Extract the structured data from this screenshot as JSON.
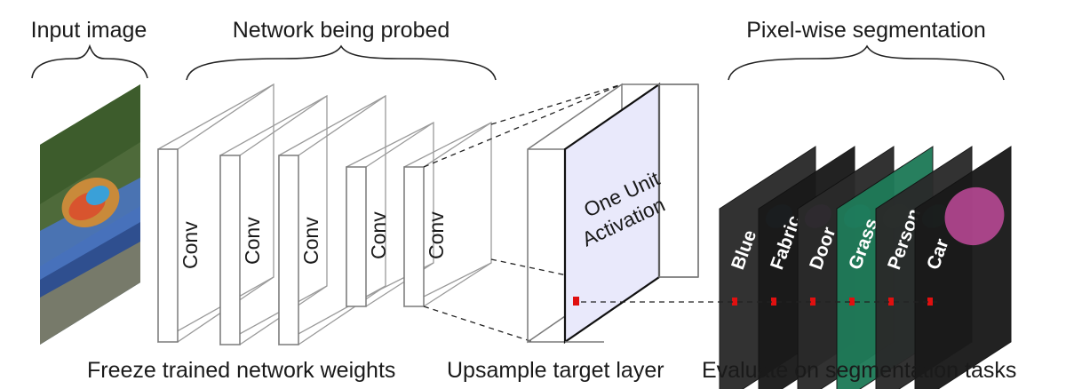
{
  "headings": {
    "input": "Input image",
    "network": "Network being probed",
    "segmentation": "Pixel-wise segmentation"
  },
  "captions": {
    "freeze": "Freeze trained network weights",
    "upsample": "Upsample target layer",
    "evaluate": "Evaluate on segmentation tasks"
  },
  "conv_layers": [
    {
      "label": "Conv"
    },
    {
      "label": "Conv"
    },
    {
      "label": "Conv"
    },
    {
      "label": "Conv"
    },
    {
      "label": "Conv"
    }
  ],
  "unit_activation": {
    "line1": "One Unit",
    "line2": "Activation",
    "tint": "#e9e9fb"
  },
  "segmentation_tasks": [
    {
      "label": "Blue",
      "mask_color": "#1e88c8"
    },
    {
      "label": "Fabric",
      "mask_color": "#b030d0"
    },
    {
      "label": "Door",
      "mask_color": "#1aa6c6"
    },
    {
      "label": "Grass",
      "mask_color": "#2fae6e"
    },
    {
      "label": "Person",
      "mask_color": "#1f8f72"
    },
    {
      "label": "Car",
      "mask_color": "#c04a9a"
    }
  ],
  "colors": {
    "marker": "#e01010",
    "panel": "#2a2a2a",
    "panel_light": "#5a5a5a",
    "grass_panel": "#1f7a58"
  }
}
